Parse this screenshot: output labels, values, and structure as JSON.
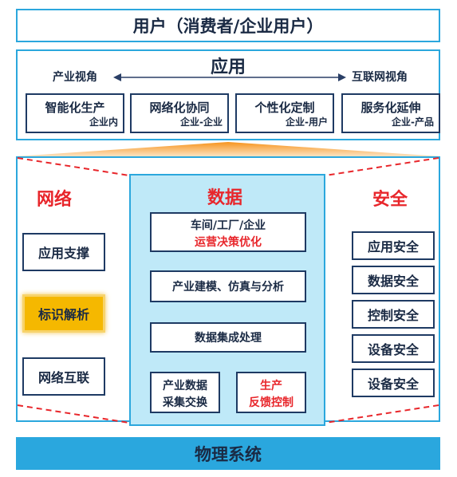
{
  "top": {
    "title": "用户（消费者/企业用户）"
  },
  "application": {
    "title": "应用",
    "left_view": "产业视角",
    "right_view": "互联网视角",
    "boxes": [
      {
        "name": "智能化生产",
        "sub": "企业内"
      },
      {
        "name": "网络化协同",
        "sub": "企业-企业"
      },
      {
        "name": "个性化定制",
        "sub": "企业-用户"
      },
      {
        "name": "服务化延伸",
        "sub": "企业-产品"
      }
    ]
  },
  "network": {
    "title": "网络",
    "items": [
      "应用支撑",
      "标识解析",
      "网络互联"
    ]
  },
  "data": {
    "title": "数据",
    "box1_line1": "车间/工厂/企业",
    "box1_line2": "运营决策优化",
    "box2": "产业建模、仿真与分析",
    "box3": "数据集成处理",
    "box4_line1": "产业数据",
    "box4_line2": "采集交换",
    "box5_line1": "生产",
    "box5_line2": "反馈控制"
  },
  "security": {
    "title": "安全",
    "items": [
      "应用安全",
      "数据安全",
      "控制安全",
      "设备安全",
      "设备安全"
    ]
  },
  "bottom": {
    "title": "物理系统"
  },
  "colors": {
    "accent_blue": "#2aa7de",
    "dark_navy": "#1e3a63",
    "red": "#e8262b",
    "highlight_yellow": "#f5b800",
    "center_fill": "#bfe9f8"
  }
}
